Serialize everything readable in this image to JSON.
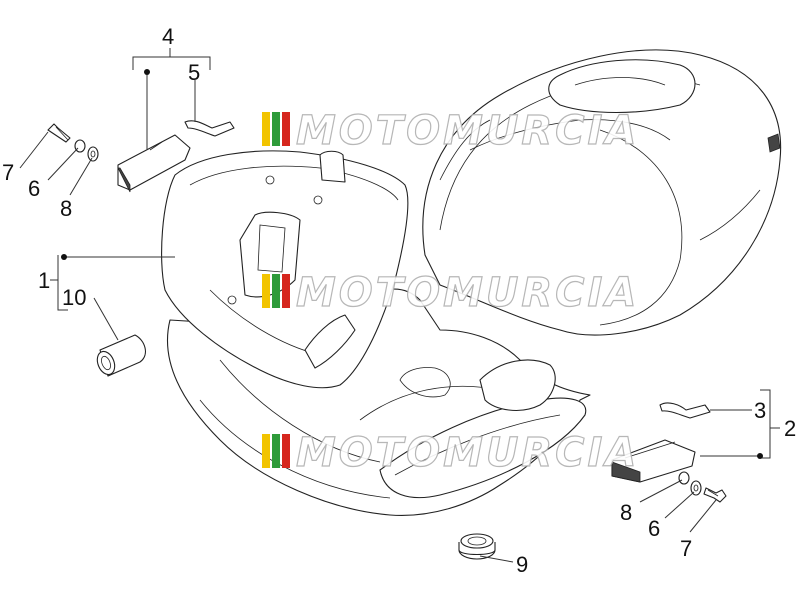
{
  "watermark": {
    "text": "MOTOMURCIA",
    "colors": [
      "#f2c400",
      "#2e9b3a",
      "#d6261e",
      "#e8e8e8"
    ]
  },
  "callouts": {
    "c1": "1",
    "c2": "2",
    "c3": "3",
    "c4": "4",
    "c5": "5",
    "c6a": "6",
    "c6b": "6",
    "c7a": "7",
    "c7b": "7",
    "c8a": "8",
    "c8b": "8",
    "c9": "9",
    "c10": "10"
  }
}
